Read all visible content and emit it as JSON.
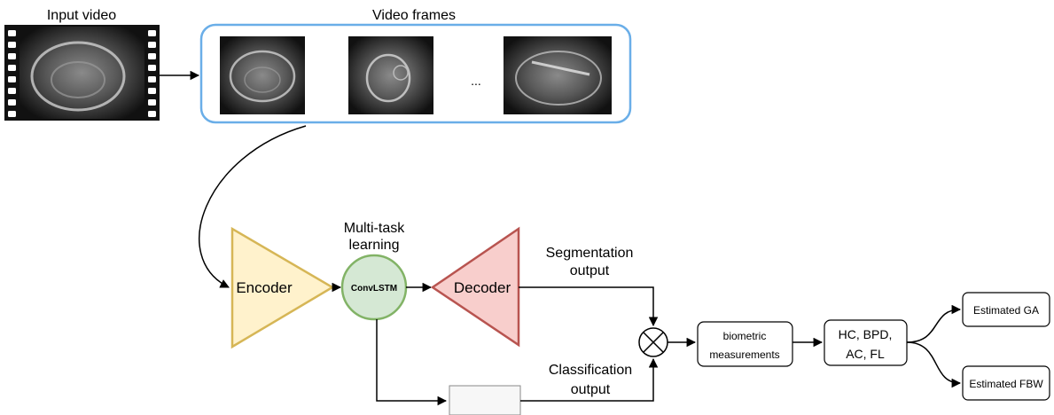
{
  "input": {
    "label": "Input video"
  },
  "frames": {
    "label": "Video frames",
    "ellipsis": "..."
  },
  "mtl": {
    "line1": "Multi-task",
    "line2": "learning"
  },
  "encoder": {
    "label": "Encoder"
  },
  "convlstm": {
    "label": "ConvLSTM"
  },
  "decoder": {
    "label": "Decoder"
  },
  "segmentation": {
    "line1": "Segmentation",
    "line2": "output"
  },
  "classification": {
    "line1": "Classification",
    "line2": "output"
  },
  "biometric": {
    "line1": "biometric",
    "line2": "measurements"
  },
  "params": {
    "line1": "HC, BPD,",
    "line2": "AC, FL"
  },
  "outputs": {
    "ga": "Estimated GA",
    "fbw": "Estimated FBW"
  },
  "colors": {
    "frames_border": "#6aaee8",
    "encoder_fill": "#fff2cc",
    "encoder_stroke": "#d6b656",
    "convlstm_fill": "#d5e8d4",
    "convlstm_stroke": "#82b366",
    "decoder_fill": "#f8cecc",
    "decoder_stroke": "#b85450",
    "ultrasound": "#2a2a2a"
  }
}
